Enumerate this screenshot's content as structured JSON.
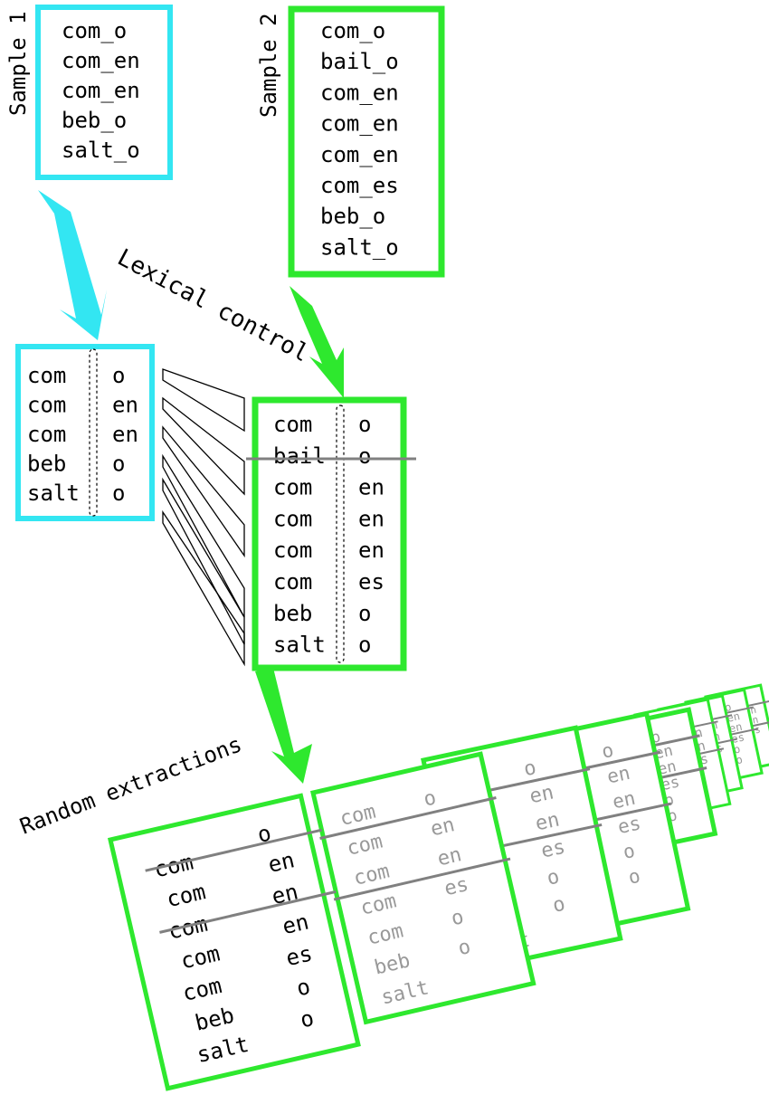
{
  "colors": {
    "cyan": "#33e6f2",
    "green": "#2ee82e",
    "ink": "#000000",
    "faded": "#999999",
    "strike": "#808080"
  },
  "sample1": {
    "label": "Sample 1",
    "items": [
      "com_o",
      "com_en",
      "com_en",
      "beb_o",
      "salt_o"
    ]
  },
  "sample2": {
    "label": "Sample 2",
    "items": [
      "com_o",
      "bail_o",
      "com_en",
      "com_en",
      "com_en",
      "com_es",
      "beb_o",
      "salt_o"
    ]
  },
  "split1": {
    "stems": [
      "com",
      "com",
      "com",
      "beb",
      "salt"
    ],
    "suffixes": [
      "o",
      "en",
      "en",
      "o",
      "o"
    ]
  },
  "split2": {
    "stems": [
      "com",
      "bail",
      "com",
      "com",
      "com",
      "com",
      "beb",
      "salt"
    ],
    "suffixes": [
      "o",
      "o",
      "en",
      "en",
      "en",
      "es",
      "o",
      "o"
    ]
  },
  "lexical_control_label": "Lexical control",
  "random_extractions_label": "Random extractions",
  "extraction": {
    "stems": [
      "com",
      "com",
      "com",
      "com",
      "com",
      "beb",
      "salt"
    ],
    "suffixes": [
      "o",
      "en",
      "en",
      "en",
      "es",
      "o",
      "o"
    ]
  },
  "stack_cards": [
    {
      "stems": [
        "com",
        "com",
        "com",
        "com",
        "com",
        "beb",
        "salt"
      ],
      "suffixes": [
        "o",
        "en",
        "en",
        "es",
        "o",
        "o"
      ]
    },
    {
      "stems": [
        "com",
        "com",
        "com",
        "com",
        "com",
        "beb",
        "salt"
      ],
      "suffixes": [
        "o",
        "en",
        "en",
        "es",
        "o",
        "o"
      ]
    },
    {
      "stems": [
        "com",
        "com",
        "com",
        "com",
        "com",
        "beb",
        "salt"
      ],
      "suffixes": [
        "o",
        "en",
        "en",
        "es",
        "o",
        "o"
      ]
    },
    {
      "stems": [
        "com",
        "com",
        "com",
        "com",
        "com",
        "beb",
        "salt"
      ],
      "suffixes": [
        "o",
        "en",
        "en",
        "es",
        "o",
        "o"
      ]
    },
    {
      "stems": [
        "com",
        "com",
        "com",
        "com",
        "com",
        "beb",
        "salt"
      ],
      "suffixes": [
        "o",
        "en",
        "en",
        "es",
        "o",
        "o"
      ]
    },
    {
      "stems": [
        "com",
        "com",
        "com",
        "com",
        "com",
        "beb",
        "salt"
      ],
      "suffixes": [
        "o",
        "en",
        "en",
        "es",
        "o",
        "o"
      ]
    },
    {
      "stems": [
        "com",
        "com",
        "com",
        "com",
        "com",
        "beb",
        "salt"
      ],
      "suffixes": [
        "o",
        "en",
        "en",
        "es",
        "o",
        "o"
      ]
    },
    {
      "stems": [
        "com",
        "com",
        "com",
        "com",
        "com",
        "beb",
        "salt"
      ],
      "suffixes": [
        "o",
        "en",
        "en",
        "es",
        "o",
        "o"
      ]
    }
  ]
}
